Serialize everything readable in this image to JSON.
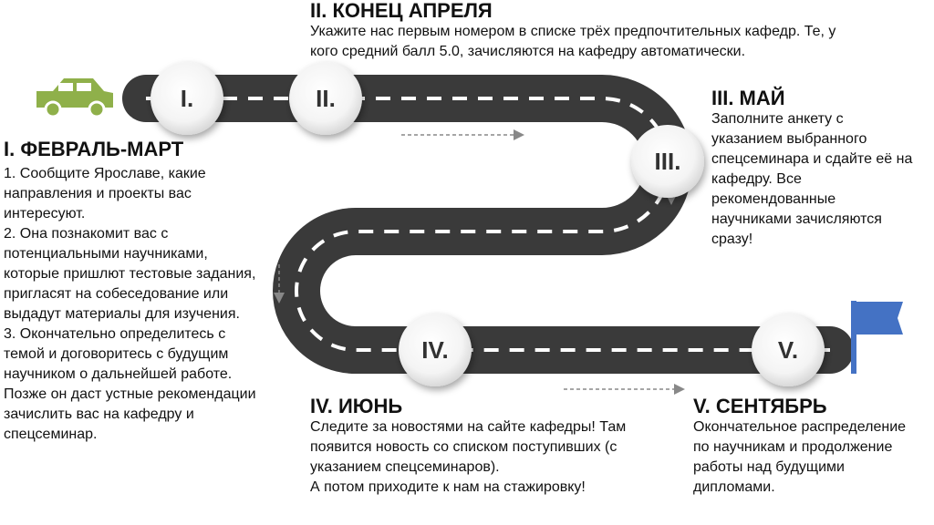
{
  "stages": [
    {
      "marker": "I.",
      "title": "I. ФЕВРАЛЬ-МАРТ",
      "body": "1. Сообщите Ярославе, какие\nнаправления и проекты вас\nинтересуют.\n2. Она познакомит вас с\nпотенциальными научниками,\nкоторые пришлют тестовые задания,\nпригласят на собеседование или\nвыдадут материалы для изучения.\n3. Окончательно определитесь с\nтемой и договоритесь с будущим\nнаучником о дальнейшей работе.\nПозже он даст устные рекомендации\nзачислить вас на кафедру и\nспецсеминар."
    },
    {
      "marker": "II.",
      "title": "II. КОНЕЦ АПРЕЛЯ",
      "body": "Укажите нас первым номером в списке трёх предпочтительных кафедр. Те, у\nкого средний балл 5.0, зачисляются на кафедру автоматически."
    },
    {
      "marker": "III.",
      "title": "III. МАЙ",
      "body": "Заполните анкету с\nуказанием выбранного\nспецсеминара и сдайте её на\nкафедру. Все\nрекомендованные\nнаучниками зачисляются\nсразу!"
    },
    {
      "marker": "IV.",
      "title": "IV. ИЮНЬ",
      "body": "Следите за новостями на сайте кафедры! Там\nпоявится новость со списком поступивших (с\nуказанием спецсеминаров).\nА потом приходите к нам на стажировку!"
    },
    {
      "marker": "V.",
      "title": "V. СЕНТЯБРЬ",
      "body": "Окончательное распределение\nпо научникам и продолжение\nработы над будущими\nдипломами."
    }
  ],
  "colors": {
    "road": "#3a3a3a",
    "road_dash": "#ffffff",
    "car": "#8fb04a",
    "flag": "#4472c4",
    "arrow": "#888888"
  },
  "icons": [
    "car-icon",
    "flag-icon"
  ]
}
